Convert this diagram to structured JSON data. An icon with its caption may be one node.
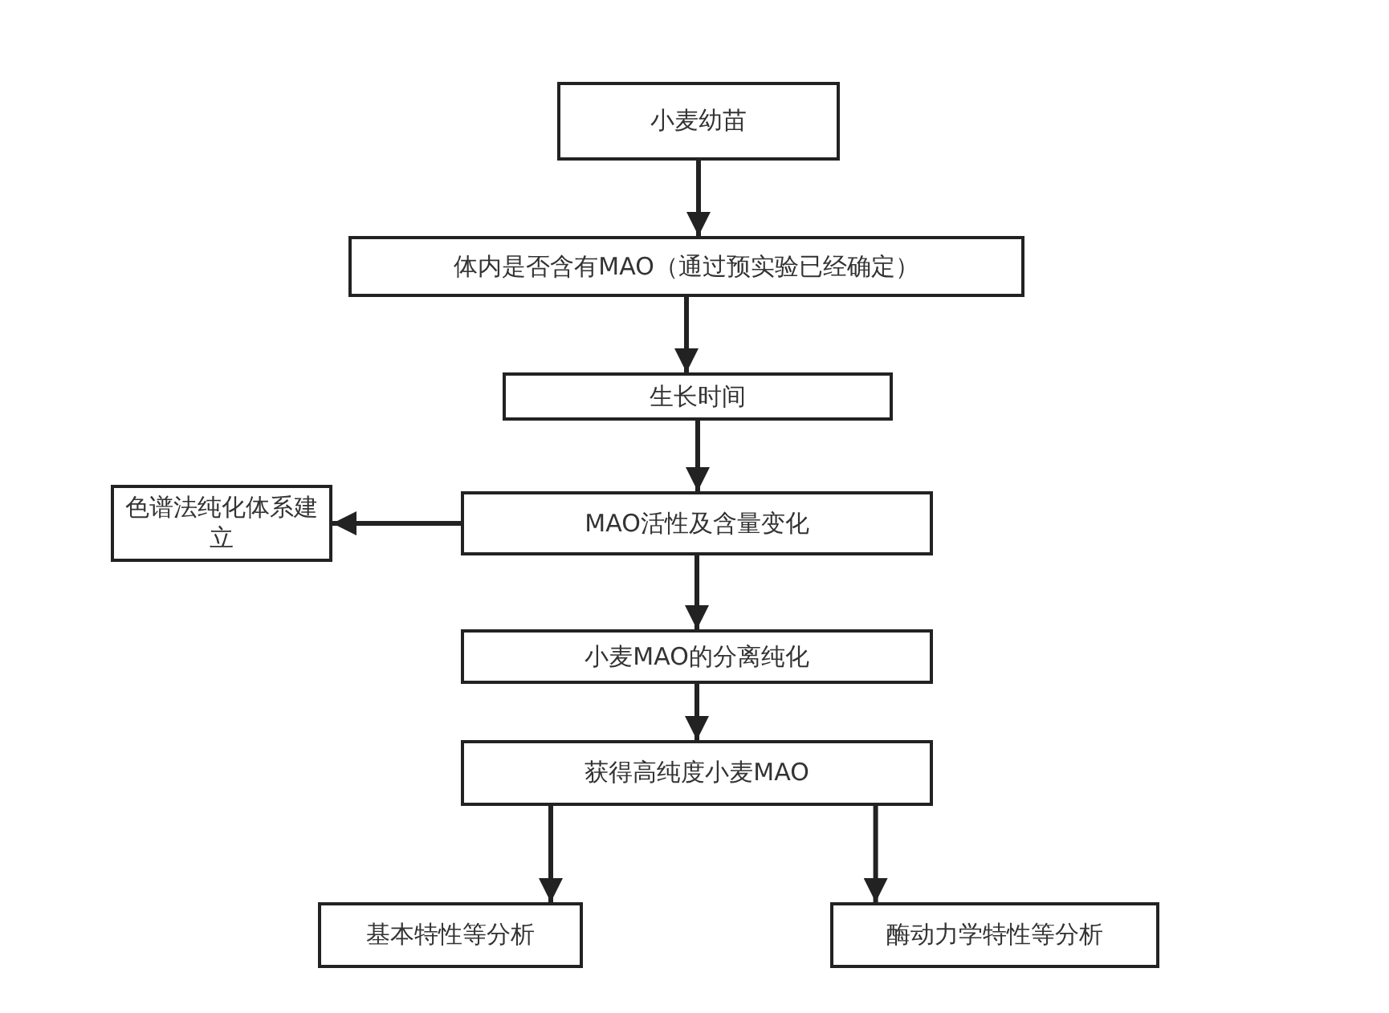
{
  "diagram": {
    "nodes": [
      {
        "text": [
          "小麦幼苗"
        ]
      },
      {
        "text": [
          "体内是否含有MAO（通过预实验已经确定）"
        ]
      },
      {
        "text": [
          "生长时间"
        ]
      },
      {
        "text": [
          "MAO活性及含量变化"
        ]
      },
      {
        "text": [
          "色谱法纯化体系建立"
        ]
      },
      {
        "text": [
          "小麦MAO的分离纯化"
        ]
      },
      {
        "text": [
          "获得高纯度小麦MAO"
        ]
      },
      {
        "text": [
          "基本特性等分析"
        ]
      },
      {
        "text": [
          "酶动力学特性等分析"
        ]
      }
    ],
    "edges": [
      {
        "from": 0,
        "to": 1,
        "arrow": "to"
      },
      {
        "from": 1,
        "to": 2,
        "arrow": "to"
      },
      {
        "from": 2,
        "to": 3,
        "arrow": "to"
      },
      {
        "from": 3,
        "to": 4,
        "arrow": "to"
      },
      {
        "from": 3,
        "to": 5,
        "arrow": "to"
      },
      {
        "from": 5,
        "to": 6,
        "arrow": "to"
      },
      {
        "from": 6,
        "to": 7,
        "arrow": "to"
      },
      {
        "from": 6,
        "to": 8,
        "arrow": "to"
      }
    ]
  }
}
